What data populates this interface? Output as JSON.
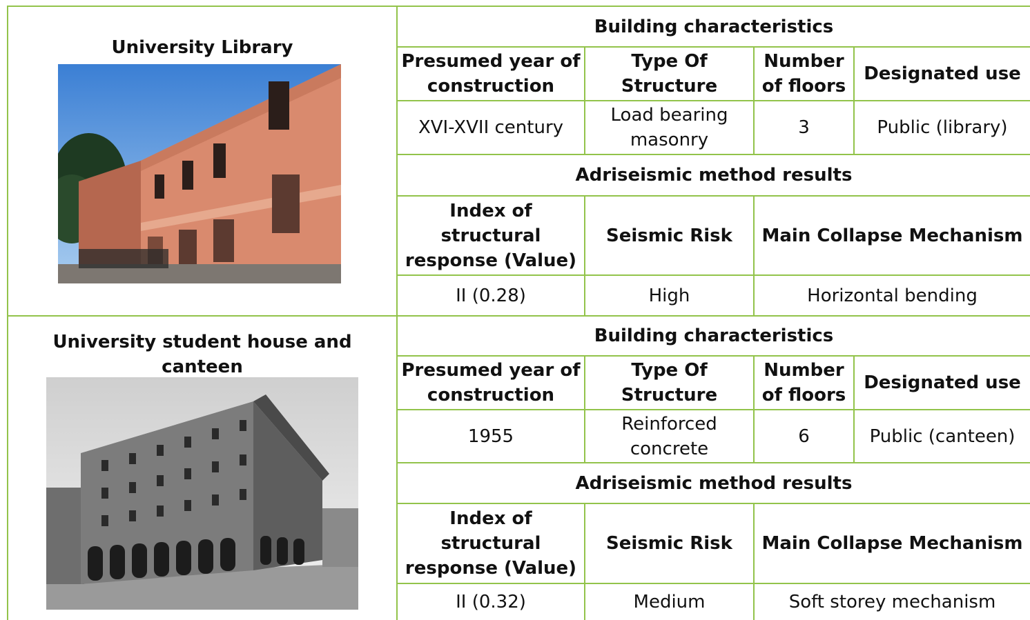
{
  "buildings": [
    {
      "name": "University Library",
      "characteristics_heading": "Building characteristics",
      "char_headers": [
        "Presumed year of construction",
        "Type Of Structure",
        "Number of floors",
        "Designated use"
      ],
      "char_values": [
        "XVI-XVII century",
        "Load bearing masonry",
        "3",
        "Public (library)"
      ],
      "results_heading": "Adriseismic method results",
      "result_headers": [
        "Index of structural response (Value)",
        "Seismic Risk",
        "Main Collapse Mechanism"
      ],
      "result_values": [
        "II (0.28)",
        "High",
        "Horizontal bending"
      ]
    },
    {
      "name": "University student house and canteen",
      "characteristics_heading": "Building characteristics",
      "char_headers": [
        "Presumed year of construction",
        "Type Of Structure",
        "Number of floors",
        "Designated use"
      ],
      "char_values": [
        "1955",
        "Reinforced concrete",
        "6",
        "Public (canteen)"
      ],
      "results_heading": "Adriseismic method results",
      "result_headers": [
        "Index of structural response (Value)",
        "Seismic Risk",
        "Main Collapse Mechanism"
      ],
      "result_values": [
        "II (0.32)",
        "Medium",
        "Soft storey mechanism"
      ]
    }
  ],
  "colors": {
    "grid": "#92c34a",
    "text": "#111111"
  }
}
